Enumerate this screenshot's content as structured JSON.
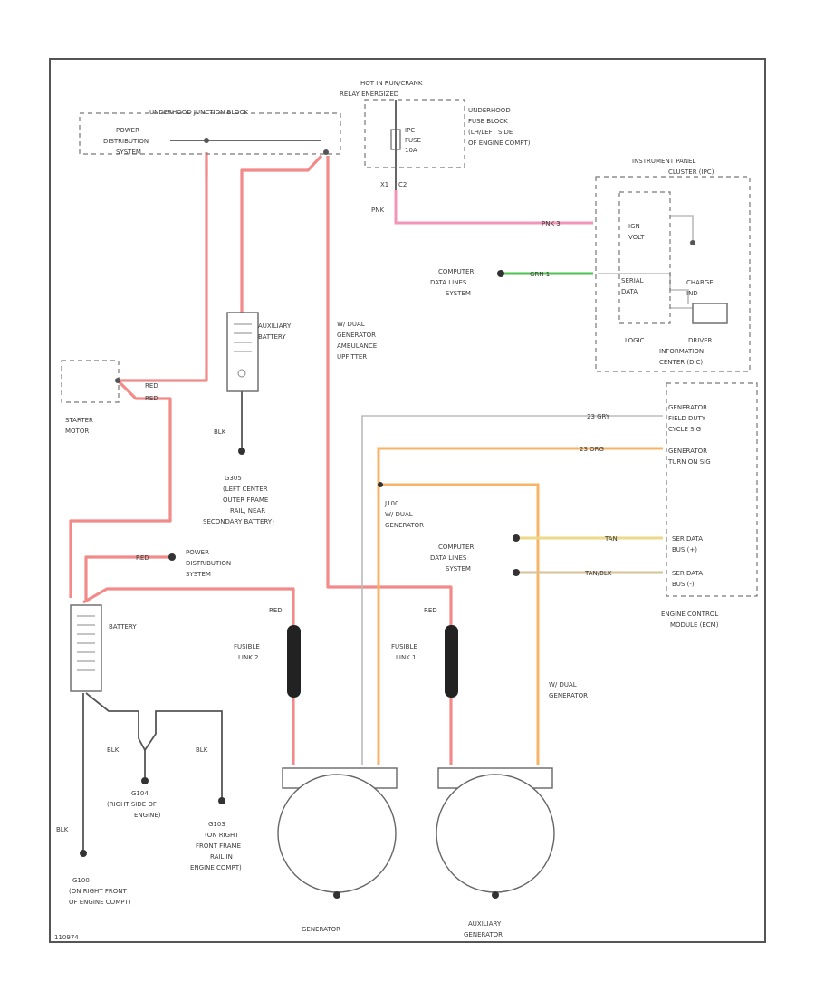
{
  "diagram": {
    "labels": {
      "underhood_junction_block": "UNDERHOOD JUNCTION BLOCK",
      "power_distribution_top_l1": "POWER",
      "power_distribution_top_l2": "DISTRIBUTION",
      "power_distribution_top_l3": "SYSTEM",
      "hot_l1": "HOT IN RUN/CRANK",
      "hot_l2": "RELAY ENERGIZED",
      "fuse_l1": "IPC",
      "fuse_l2": "FUSE",
      "fuse_l3": "10A",
      "underhood_fuse_l1": "UNDERHOOD",
      "underhood_fuse_l2": "FUSE BLOCK",
      "underhood_fuse_l3": "(LH/LEFT SIDE",
      "underhood_fuse_l4": "OF ENGINE COMPT)",
      "connector_x1": "X1",
      "connector_c2": "C2",
      "wire_pnk": "PNK",
      "ipc_l1": "INSTRUMENT PANEL",
      "ipc_l2": "CLUSTER (IPC)",
      "ign_l1": "IGN",
      "ign_l2": "VOLT",
      "serial_l1": "SERIAL",
      "serial_l2": "DATA",
      "charge_l1": "CHARGE",
      "charge_l2": "IND",
      "logic": "LOGIC",
      "driver_info_l1": "DRIVER",
      "driver_info_l2": "INFORMATION",
      "driver_info_l3": "CENTER (DIC)",
      "wire_pnk_ipc": "PNK  3",
      "wire_grn_ipc": "GRN  1",
      "computer_data_l1": "COMPUTER",
      "computer_data_l2": "DATA LINES",
      "computer_data_l3": "SYSTEM",
      "aux_battery_l1": "AUXILIARY",
      "aux_battery_l2": "BATTERY",
      "dual_gen_l1": "W/ DUAL",
      "dual_gen_l2": "GENERATOR",
      "dual_gen_l3": "AMBULANCE",
      "dual_gen_l4": "UPFITTER",
      "starter_l1": "STARTER",
      "starter_l2": "MOTOR",
      "wire_red": "RED",
      "wire_blk": "BLK",
      "g305_l1": "G305",
      "g305_l2": "(LEFT CENTER",
      "g305_l3": "OUTER FRAME",
      "g305_l4": "RAIL, NEAR",
      "g305_l5": "SECONDARY BATTERY)",
      "gen_field_l1": "GENERATOR",
      "gen_field_l2": "FIELD DUTY",
      "gen_field_l3": "CYCLE SIG",
      "gen_turn_l1": "GENERATOR",
      "gen_turn_l2": "TURN ON SIG",
      "wire_gry": "23  GRY",
      "wire_org": "23  ORG",
      "j100_l1": "J100",
      "j100_l2": "W/ DUAL",
      "j100_l3": "GENERATOR",
      "serial_bus_l1": "SER DATA",
      "serial_bus_l2": "BUS (+)",
      "serial_bus_minus_l2": "BUS (-)",
      "wire_tan": "TAN",
      "wire_tan_blk": "TAN/BLK",
      "ecm_l1": "ENGINE CONTROL",
      "ecm_l2": "MODULE (ECM)",
      "power_dist_l1": "POWER",
      "power_dist_l2": "DISTRIBUTION",
      "power_dist_l3": "SYSTEM",
      "battery": "BATTERY",
      "fusible_l1": "FUSIBLE",
      "fusible_link_2": "LINK 2",
      "fusible_link_1": "LINK 1",
      "w_dual_gen_l1": "W/ DUAL",
      "w_dual_gen_l2": "GENERATOR",
      "g104_l1": "G104",
      "g104_l2": "(RIGHT SIDE OF",
      "g104_l3": "ENGINE)",
      "g103_l1": "G103",
      "g103_l2": "(ON RIGHT",
      "g103_l3": "FRONT FRAME",
      "g103_l4": "RAIL IN",
      "g103_l5": "ENGINE COMPT)",
      "g100_l1": "G100",
      "g100_l2": "(ON RIGHT FRONT",
      "g100_l3": "OF ENGINE COMPT)",
      "generator": "GENERATOR",
      "aux_gen_l1": "AUXILIARY",
      "aux_gen_l2": "GENERATOR",
      "figure_id": "110974"
    },
    "colors": {
      "red_wire": "#f28a8a",
      "pink_wire": "#f296b8",
      "green_wire": "#4fc24f",
      "orange_wire": "#f7b467",
      "gray_wire": "#bbbbbb",
      "yellow_wire": "#ecd98a",
      "tan_wire": "#d8c29a"
    }
  }
}
